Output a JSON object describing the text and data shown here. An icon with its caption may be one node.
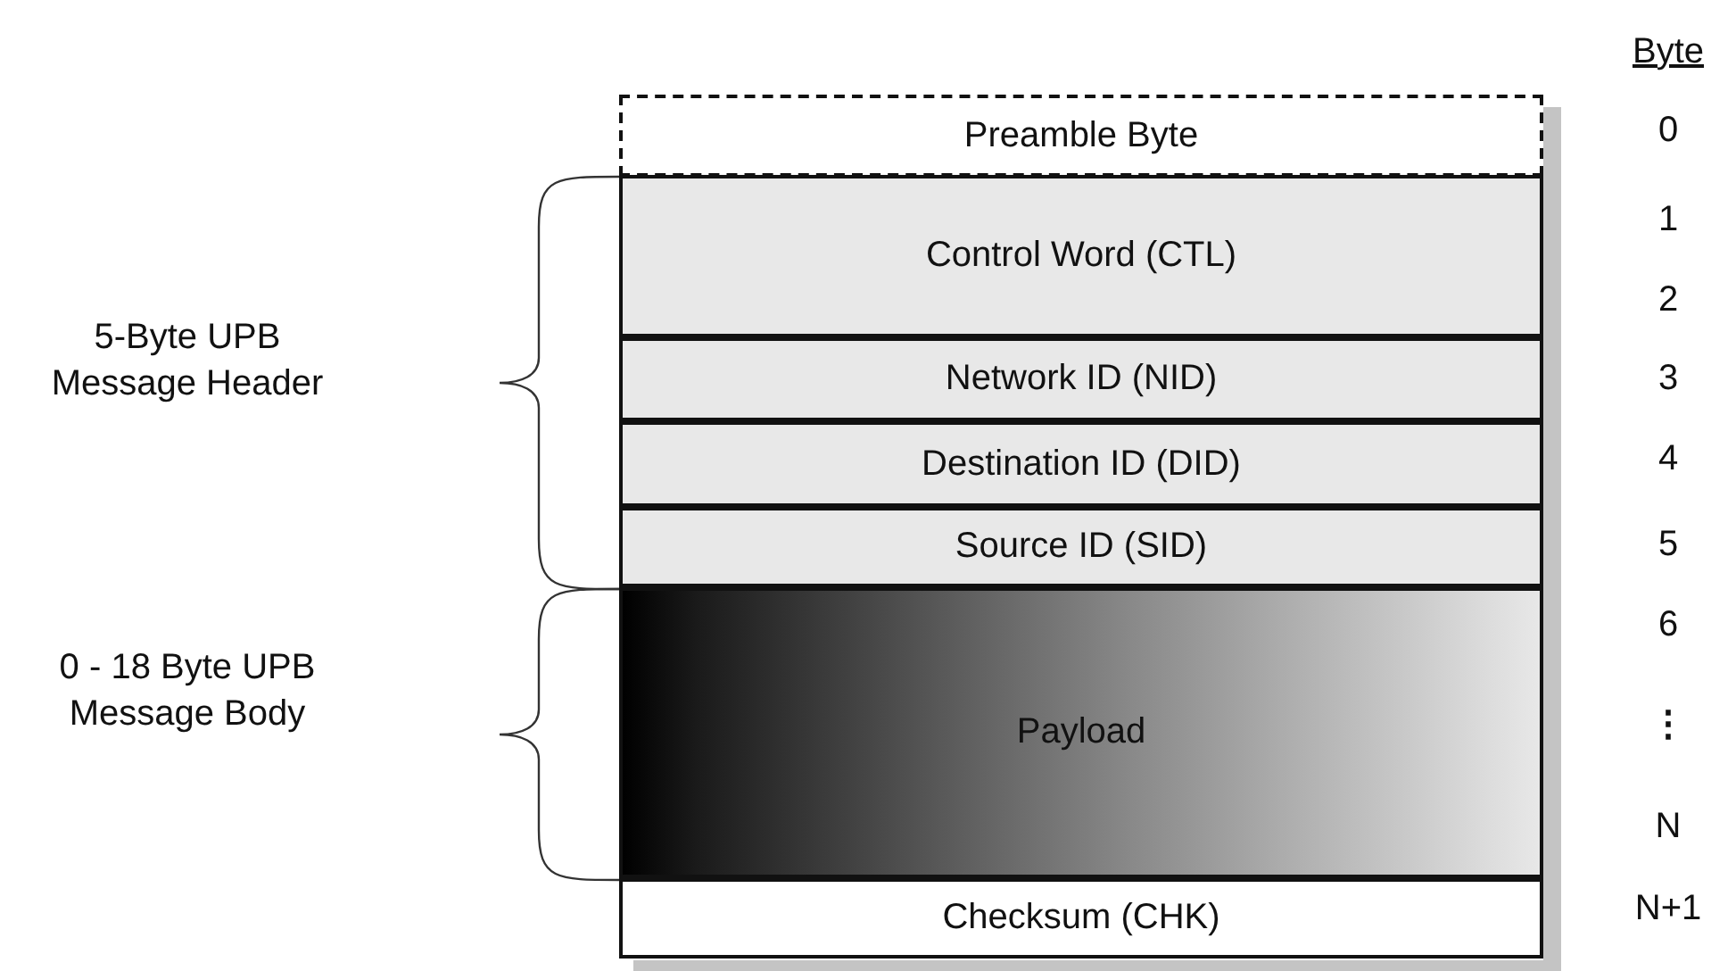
{
  "diagram": {
    "nodes": [
      {
        "text": [
          "Preamble Byte"
        ]
      },
      {
        "text": [
          "Control Word (CTL)"
        ]
      },
      {
        "text": [
          "Network ID (NID)"
        ]
      },
      {
        "text": [
          "Destination ID (DID)"
        ]
      },
      {
        "text": [
          "Source ID (SID)"
        ]
      },
      {
        "text": [
          "Payload"
        ]
      },
      {
        "text": [
          "Checksum (CHK)"
        ]
      }
    ],
    "labels": [
      "Byte",
      "0",
      "1",
      "2",
      "3",
      "4",
      "5",
      "6",
      "⋮",
      "N",
      "N+1",
      "5-Byte UPB Message Header",
      "0 - 18 Byte UPB Message Body"
    ]
  }
}
